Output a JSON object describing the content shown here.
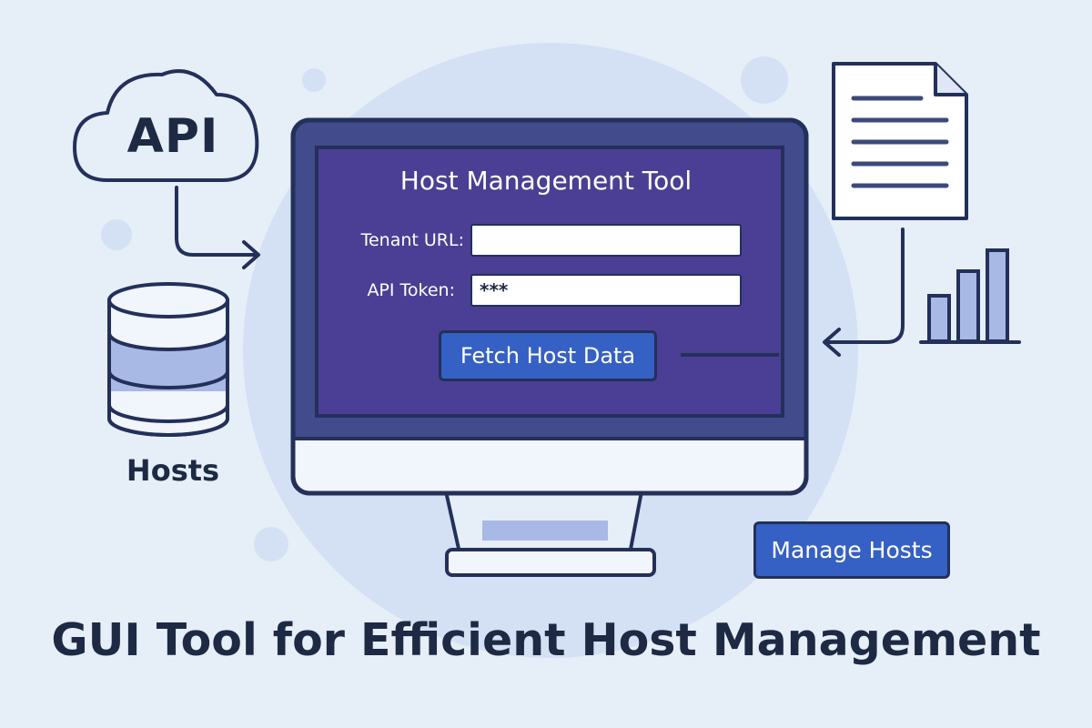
{
  "cloud": {
    "label": "API",
    "icon": "cloud-icon"
  },
  "database": {
    "label": "Hosts",
    "icon": "database-icon"
  },
  "document": {
    "icon": "document-icon"
  },
  "chart": {
    "icon": "bar-chart-icon"
  },
  "tool": {
    "title": "Host Management Tool",
    "tenant_label": "Tenant URL:",
    "tenant_value": "",
    "token_label": "API Token:",
    "token_value": "***",
    "fetch_button": "Fetch Host Data"
  },
  "manage_button": "Manage Hosts",
  "heading": "GUI Tool for Efficient Host Management",
  "colors": {
    "background": "#e6eef8",
    "outline": "#23305a",
    "screen": "#4a3f94",
    "button": "#3560c4",
    "accent_light": "#a9b9e6"
  }
}
